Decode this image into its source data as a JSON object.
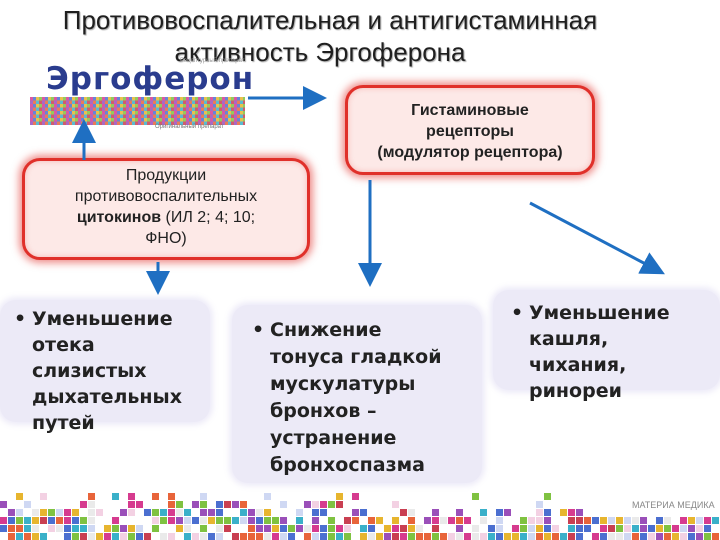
{
  "title": {
    "line1": "Противовоспалительная и антигистаминная",
    "line2": "активность Эргоферона"
  },
  "logo": {
    "tag": "Рецептурный препарат",
    "word": "Эргоферон",
    "sub": "Оригинальный препарат"
  },
  "boxes": {
    "cytokines": {
      "line1": "Продукции",
      "line2": "противовоспалительных",
      "line3_bold": "цитокинов",
      "line3_rest": " (ИЛ 2; 4; 10;",
      "line4": "ФНО)"
    },
    "histamine": {
      "line1": "Гистаминовые",
      "line2": "рецепторы",
      "line3": "(модулятор рецептора)"
    }
  },
  "effects": {
    "edema": {
      "bullet": "•",
      "lines": [
        "Уменьшение",
        "отека",
        "слизистых",
        "дыхательных",
        "путей"
      ]
    },
    "bronchi": {
      "bullet": "•",
      "lines": [
        "Снижение",
        "тонуса гладкой",
        "мускулатуры",
        "бронхов –",
        "устранение",
        "бронхоспазма"
      ]
    },
    "cough": {
      "bullet": "•",
      "lines": [
        "Уменьшение",
        "кашля,",
        "чихания,",
        "ринореи"
      ]
    }
  },
  "footer": {
    "logo_text": "МАТЕРИА МЕДИКА"
  },
  "colors": {
    "arrow": "#1f6fc2",
    "red": "#e0302a",
    "effect_bg": "#eceaf7"
  }
}
